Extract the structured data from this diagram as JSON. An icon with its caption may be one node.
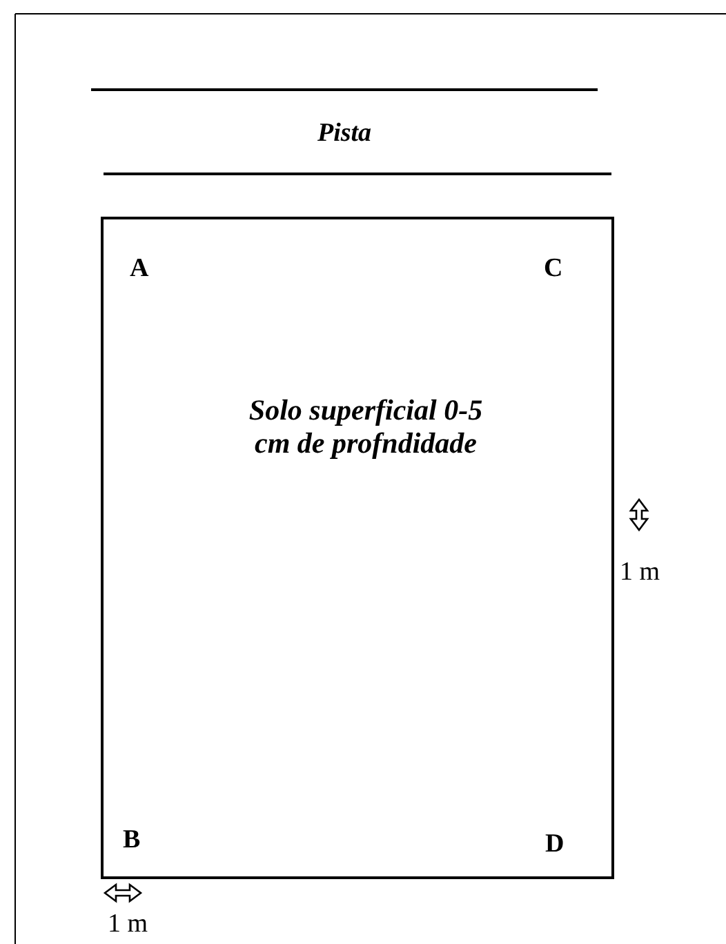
{
  "diagram": {
    "nodes": [
      {
        "text": [
          "Solo superficial 0-5 cm de profndidade"
        ]
      }
    ],
    "edges": [],
    "labels": [
      "Pista",
      "A",
      "C",
      "B",
      "D",
      "1 m",
      "1 m"
    ]
  }
}
